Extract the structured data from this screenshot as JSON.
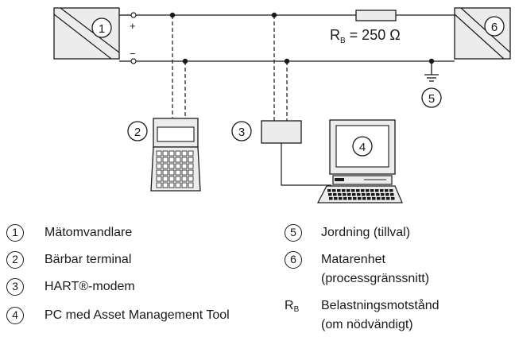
{
  "diagram": {
    "terminal_plus": "+",
    "terminal_minus": "−",
    "resistor_symbol": "R",
    "resistor_subscript": "B",
    "resistor_value": "= 250 Ω",
    "callouts": [
      "1",
      "2",
      "3",
      "4",
      "5",
      "6"
    ]
  },
  "legend": {
    "left": [
      {
        "num": "1",
        "text": "Mätomvandlare"
      },
      {
        "num": "2",
        "text": "Bärbar terminal"
      },
      {
        "num": "3",
        "text": "HART®-modem"
      },
      {
        "num": "4",
        "text": "PC med Asset Management Tool"
      }
    ],
    "right": [
      {
        "num": "5",
        "text": "Jordning (tillval)"
      },
      {
        "num": "6",
        "text_line1": "Matarenhet",
        "text_line2": "(processgränssnitt)"
      },
      {
        "sym": "R",
        "sym_sub": "B",
        "text_line1": "Belastningsmotstånd",
        "text_line2": "(om nödvändigt)"
      }
    ]
  }
}
